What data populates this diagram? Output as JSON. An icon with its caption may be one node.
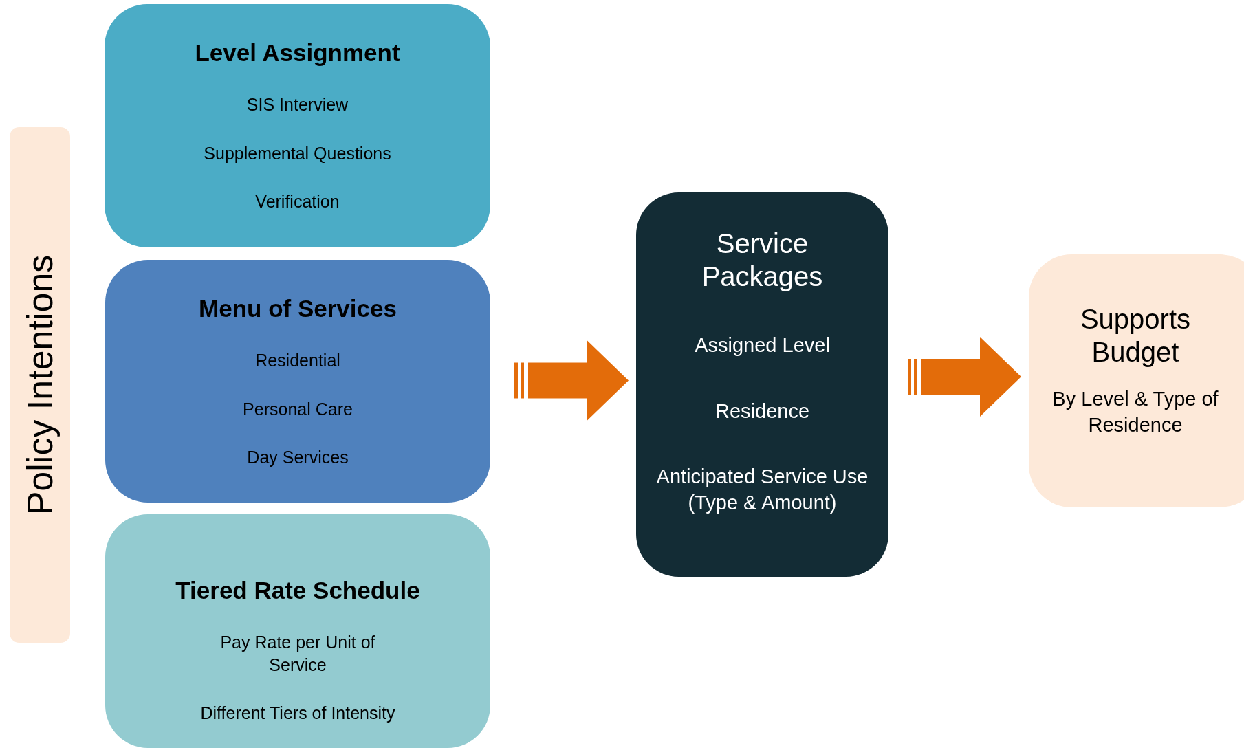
{
  "diagram": {
    "nodes": [
      {
        "text": [
          "Policy Intentions"
        ]
      },
      {
        "text": [
          "Level Assignment",
          "SIS Interview",
          "Supplemental Questions",
          "Verification"
        ]
      },
      {
        "text": [
          "Menu of Services",
          "Residential",
          "Personal Care",
          "Day Services"
        ]
      },
      {
        "text": [
          "Tiered Rate Schedule",
          "Pay Rate per Unit of Service",
          "Different Tiers of Intensity"
        ]
      },
      {
        "text": [
          "Service Packages",
          "Assigned Level",
          "Residence",
          "Anticipated Service Use (Type & Amount)"
        ]
      },
      {
        "text": [
          "Supports Budget",
          "By Level & Type of Residence"
        ]
      }
    ],
    "edges": [
      {
        "from": 2,
        "to": 4,
        "arrow": "to",
        "style": "thick"
      },
      {
        "from": 4,
        "to": 5,
        "arrow": "to",
        "style": "thick"
      }
    ]
  }
}
